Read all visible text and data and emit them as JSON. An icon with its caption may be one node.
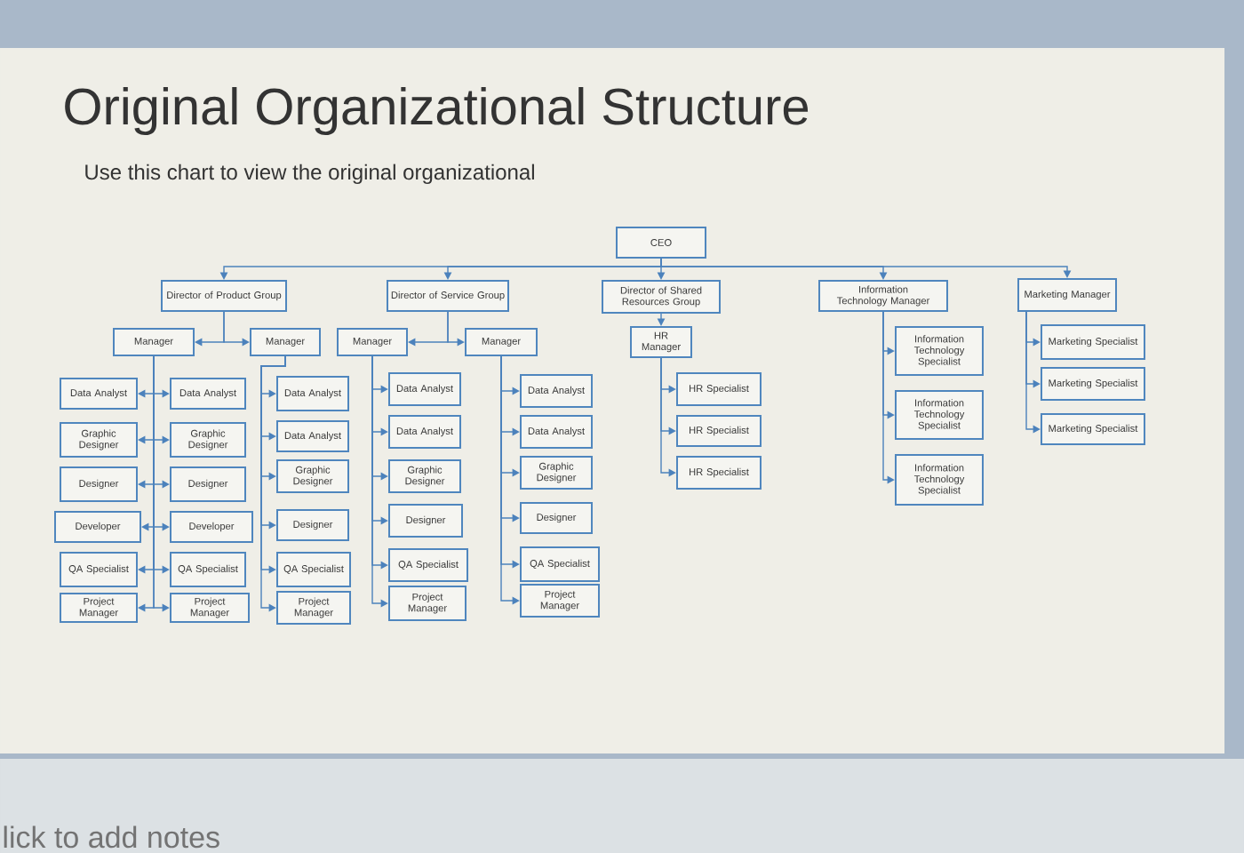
{
  "diagram": {
    "title": "Original Organizational Structure",
    "nodes": [
      {
        "text": [
          "CEO"
        ]
      },
      {
        "text": [
          "Director of Product Group"
        ]
      },
      {
        "text": [
          "Director of Service Group"
        ]
      },
      {
        "text": [
          "Director of Shared Resources Group"
        ]
      },
      {
        "text": [
          "Information Technology Manager"
        ]
      },
      {
        "text": [
          "Marketing Manager"
        ]
      },
      {
        "text": [
          "Manager"
        ]
      },
      {
        "text": [
          "Manager"
        ]
      },
      {
        "text": [
          "Manager"
        ]
      },
      {
        "text": [
          "Manager"
        ]
      },
      {
        "text": [
          "HR Manager"
        ]
      },
      {
        "text": [
          "Data Analyst"
        ]
      },
      {
        "text": [
          "Graphic Designer"
        ]
      },
      {
        "text": [
          "Designer"
        ]
      },
      {
        "text": [
          "Developer"
        ]
      },
      {
        "text": [
          "QA Specialist"
        ]
      },
      {
        "text": [
          "Project Manager"
        ]
      },
      {
        "text": [
          "Data Analyst"
        ]
      },
      {
        "text": [
          "Graphic Designer"
        ]
      },
      {
        "text": [
          "Designer"
        ]
      },
      {
        "text": [
          "Developer"
        ]
      },
      {
        "text": [
          "QA Specialist"
        ]
      },
      {
        "text": [
          "Project Manager"
        ]
      },
      {
        "text": [
          "Data Analyst"
        ]
      },
      {
        "text": [
          "Data Analyst"
        ]
      },
      {
        "text": [
          "Graphic Designer"
        ]
      },
      {
        "text": [
          "Designer"
        ]
      },
      {
        "text": [
          "QA Specialist"
        ]
      },
      {
        "text": [
          "Project Manager"
        ]
      },
      {
        "text": [
          "Data Analyst"
        ]
      },
      {
        "text": [
          "Data Analyst"
        ]
      },
      {
        "text": [
          "Graphic Designer"
        ]
      },
      {
        "text": [
          "Designer"
        ]
      },
      {
        "text": [
          "QA Specialist"
        ]
      },
      {
        "text": [
          "Project Manager"
        ]
      },
      {
        "text": [
          "Data Analyst"
        ]
      },
      {
        "text": [
          "Data Analyst"
        ]
      },
      {
        "text": [
          "Graphic Designer"
        ]
      },
      {
        "text": [
          "Designer"
        ]
      },
      {
        "text": [
          "QA Specialist"
        ]
      },
      {
        "text": [
          "Project Manager"
        ]
      },
      {
        "text": [
          "HR Specialist"
        ]
      },
      {
        "text": [
          "HR Specialist"
        ]
      },
      {
        "text": [
          "HR Specialist"
        ]
      },
      {
        "text": [
          "Information Technology Specialist"
        ]
      },
      {
        "text": [
          "Information Technology Specialist"
        ]
      },
      {
        "text": [
          "Information Technology Specialist"
        ]
      },
      {
        "text": [
          "Marketing Specialist"
        ]
      },
      {
        "text": [
          "Marketing Specialist"
        ]
      },
      {
        "text": [
          "Marketing Specialist"
        ]
      }
    ],
    "edges": [
      {
        "from": 0,
        "to": 1,
        "arrow": "to"
      },
      {
        "from": 0,
        "to": 2,
        "arrow": "to"
      },
      {
        "from": 0,
        "to": 3,
        "arrow": "to"
      },
      {
        "from": 0,
        "to": 4,
        "arrow": "to"
      },
      {
        "from": 0,
        "to": 5,
        "arrow": "to"
      },
      {
        "from": 1,
        "to": 6,
        "arrow": "to"
      },
      {
        "from": 1,
        "to": 7,
        "arrow": "to"
      },
      {
        "from": 2,
        "to": 8,
        "arrow": "to"
      },
      {
        "from": 2,
        "to": 9,
        "arrow": "to"
      },
      {
        "from": 3,
        "to": 10,
        "arrow": "to"
      },
      {
        "from": 6,
        "to": 11,
        "arrow": "to"
      },
      {
        "from": 6,
        "to": 12,
        "arrow": "to"
      },
      {
        "from": 6,
        "to": 13,
        "arrow": "to"
      },
      {
        "from": 6,
        "to": 14,
        "arrow": "to"
      },
      {
        "from": 6,
        "to": 15,
        "arrow": "to"
      },
      {
        "from": 6,
        "to": 16,
        "arrow": "to"
      },
      {
        "from": 6,
        "to": 17,
        "arrow": "to"
      },
      {
        "from": 6,
        "to": 18,
        "arrow": "to"
      },
      {
        "from": 6,
        "to": 19,
        "arrow": "to"
      },
      {
        "from": 6,
        "to": 20,
        "arrow": "to"
      },
      {
        "from": 6,
        "to": 21,
        "arrow": "to"
      },
      {
        "from": 6,
        "to": 22,
        "arrow": "to"
      },
      {
        "from": 7,
        "to": 23,
        "arrow": "to"
      },
      {
        "from": 7,
        "to": 24,
        "arrow": "to"
      },
      {
        "from": 7,
        "to": 25,
        "arrow": "to"
      },
      {
        "from": 7,
        "to": 26,
        "arrow": "to"
      },
      {
        "from": 7,
        "to": 27,
        "arrow": "to"
      },
      {
        "from": 7,
        "to": 28,
        "arrow": "to"
      },
      {
        "from": 8,
        "to": 29,
        "arrow": "to"
      },
      {
        "from": 8,
        "to": 30,
        "arrow": "to"
      },
      {
        "from": 8,
        "to": 31,
        "arrow": "to"
      },
      {
        "from": 8,
        "to": 32,
        "arrow": "to"
      },
      {
        "from": 8,
        "to": 33,
        "arrow": "to"
      },
      {
        "from": 8,
        "to": 34,
        "arrow": "to"
      },
      {
        "from": 9,
        "to": 35,
        "arrow": "to"
      },
      {
        "from": 9,
        "to": 36,
        "arrow": "to"
      },
      {
        "from": 9,
        "to": 37,
        "arrow": "to"
      },
      {
        "from": 9,
        "to": 38,
        "arrow": "to"
      },
      {
        "from": 9,
        "to": 39,
        "arrow": "to"
      },
      {
        "from": 9,
        "to": 40,
        "arrow": "to"
      },
      {
        "from": 10,
        "to": 41,
        "arrow": "to"
      },
      {
        "from": 10,
        "to": 42,
        "arrow": "to"
      },
      {
        "from": 10,
        "to": 43,
        "arrow": "to"
      },
      {
        "from": 4,
        "to": 44,
        "arrow": "to"
      },
      {
        "from": 4,
        "to": 45,
        "arrow": "to"
      },
      {
        "from": 4,
        "to": 46,
        "arrow": "to"
      },
      {
        "from": 5,
        "to": 47,
        "arrow": "to"
      },
      {
        "from": 5,
        "to": 48,
        "arrow": "to"
      },
      {
        "from": 5,
        "to": 49,
        "arrow": "to"
      }
    ],
    "labels": [
      "Use this chart to view the original organizational",
      "lick to add notes"
    ]
  }
}
